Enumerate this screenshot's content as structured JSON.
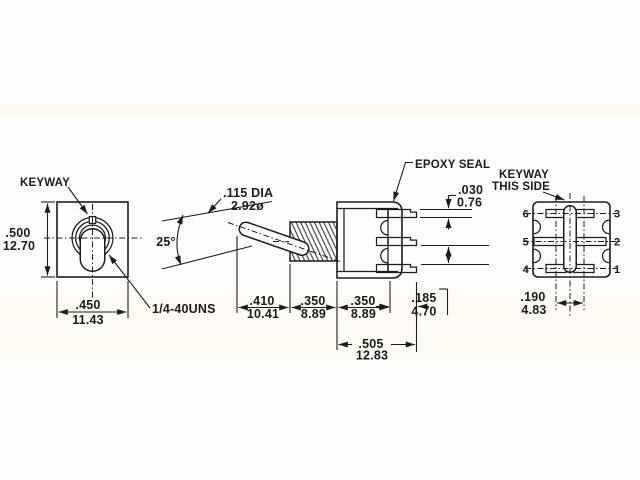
{
  "drawing": {
    "front": {
      "keyway_label": "KEYWAY",
      "thread_spec": "1/4-40UNS",
      "height_in": ".500",
      "height_mm": "12.70",
      "width_in": ".450",
      "width_mm": "11.43"
    },
    "side": {
      "lever_dia_label": ".115 DIA",
      "lever_dia_mm": "2.92ø",
      "throw_angle": "25°",
      "epoxy_label": "EPOXY SEAL",
      "lever_len_in": ".410",
      "lever_len_mm": "10.41",
      "bushing_len_in": ".350",
      "bushing_len_mm": "8.89",
      "body_len_in": ".350",
      "body_len_mm": "8.89",
      "terminal_thk_in": ".030",
      "terminal_thk_mm": "0.76",
      "terminal_len_in": ".185",
      "terminal_len_mm": "4.70",
      "overall_in": ".505",
      "overall_mm": "12.83"
    },
    "rear": {
      "keyway_label_line1": "KEYWAY",
      "keyway_label_line2": "THIS SIDE",
      "pins_left": [
        "6",
        "5",
        "4"
      ],
      "pins_right": [
        "3",
        "2",
        "1"
      ],
      "pin_spacing_in": ".190",
      "pin_spacing_mm": "4.83"
    }
  }
}
